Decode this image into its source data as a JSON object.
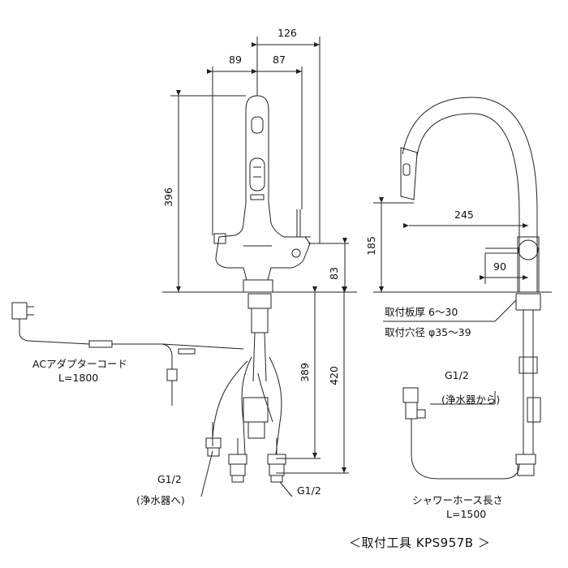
{
  "dimensions": {
    "top_width": "126",
    "left_reach": "89",
    "right_reach": "87",
    "height": "396",
    "deck_height": "83",
    "side_height": "185",
    "spout_reach": "245",
    "lever_reach": "90",
    "shank_length": "389",
    "total_below": "420"
  },
  "labels": {
    "ac_adapter_title": "ACアダプターコード",
    "ac_adapter_len": "L=1800",
    "mount_thickness": "取付板厚 6～30",
    "mount_hole": "取付穴径 φ35～39",
    "g12_right": "G1/2",
    "from_filter": "(浄水器から)",
    "g12_left": "G1/2",
    "to_filter": "(浄水器へ)",
    "g12_bottom": "G1/2",
    "hose_title": "シャワーホース長さ",
    "hose_len": "L=1500"
  },
  "footer": {
    "text": "＜取付工具 KPS957B ＞"
  }
}
